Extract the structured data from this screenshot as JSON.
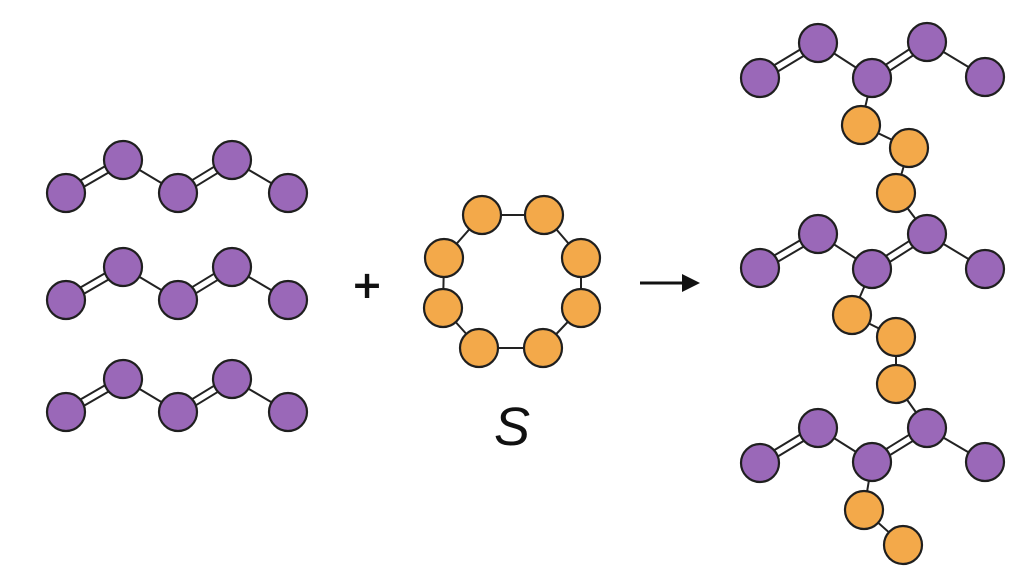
{
  "operator": "+",
  "arrow": "→",
  "sulfur_label": "S",
  "colors": {
    "carbon_fill": "#9a68b8",
    "sulfur_fill": "#f3a94a",
    "bond": "#222222",
    "atom_outline": "#1f1f1f",
    "text": "#111111"
  },
  "reactants": {
    "isoprene_chain_count": 3,
    "sulfur_ring_atoms": 8
  },
  "product": {
    "chain_count": 3,
    "sulfur_bridge_atoms": [
      3,
      3,
      2
    ]
  }
}
